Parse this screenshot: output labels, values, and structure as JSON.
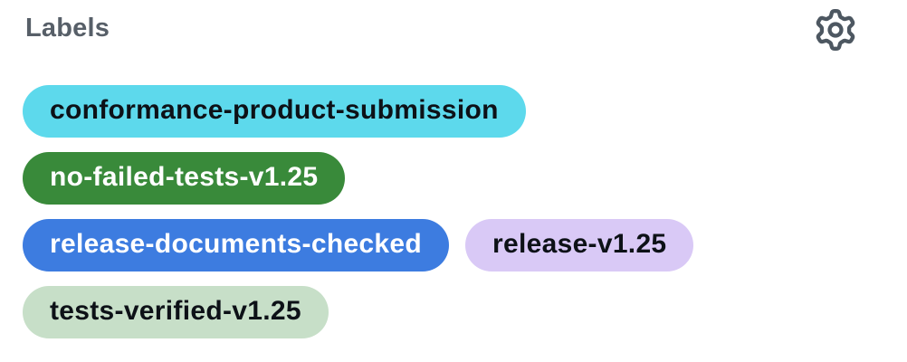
{
  "header": {
    "title": "Labels",
    "settings_icon": "gear-icon"
  },
  "colors": {
    "background": "#ffffff",
    "heading_text": "#575f68",
    "gear_icon": "#4d5761"
  },
  "labels": {
    "rows": [
      [
        {
          "text": "conformance-product-submission",
          "bg": "#5dd9ec",
          "fg": "#0d1117"
        }
      ],
      [
        {
          "text": "no-failed-tests-v1.25",
          "bg": "#398a3a",
          "fg": "#ffffff"
        }
      ],
      [
        {
          "text": "release-documents-checked",
          "bg": "#3d7ce0",
          "fg": "#ffffff"
        },
        {
          "text": "release-v1.25",
          "bg": "#d9c9f6",
          "fg": "#0d1117"
        }
      ],
      [
        {
          "text": "tests-verified-v1.25",
          "bg": "#c7dfc8",
          "fg": "#0d1117"
        }
      ]
    ]
  }
}
